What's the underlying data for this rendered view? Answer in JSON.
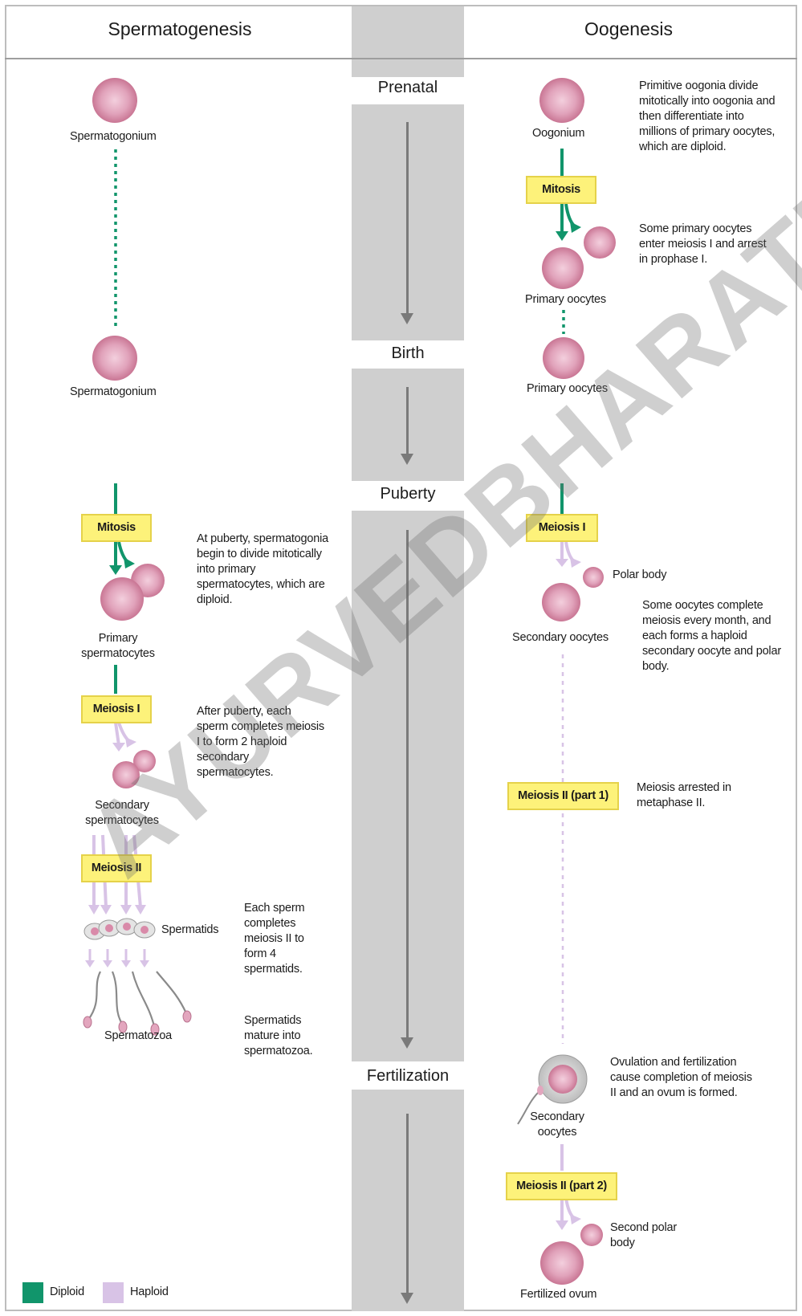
{
  "headers": {
    "left": "Spermatogenesis",
    "right": "Oogenesis"
  },
  "stages": {
    "prenatal": "Prenatal",
    "birth": "Birth",
    "puberty": "Puberty",
    "fertilization": "Fertilization"
  },
  "spermatogenesis": {
    "spermatogonium_1": "Spermatogonium",
    "spermatogonium_2": "Spermatogonium",
    "mitosis_box": "Mitosis",
    "primary_label": "Primary spermatocytes",
    "mitosis_note": "At puberty, spermatogonia begin to divide mitotically into primary spermatocytes, which are diploid.",
    "meiosis1_box": "Meiosis I",
    "meiosis1_note": "After puberty, each sperm completes meiosis I to form 2 haploid secondary spermatocytes.",
    "secondary_label": "Secondary spermatocytes",
    "meiosis2_box": "Meiosis II",
    "spermatids_label": "Spermatids",
    "spermatids_note": "Each sperm completes meiosis II to form 4 spermatids.",
    "spermatozoa_label": "Spermatozoa",
    "spermatozoa_note": "Spermatids mature into spermatozoa."
  },
  "oogenesis": {
    "oogonium_label": "Oogonium",
    "oogonia_note": "Primitive oogonia divide mitotically into oogonia and then differentiate into millions of primary oocytes, which are diploid.",
    "mitosis_box": "Mitosis",
    "prophase_note": "Some primary oocytes enter meiosis I and arrest in prophase I.",
    "primary_label_1": "Primary oocytes",
    "primary_label_2": "Primary oocytes",
    "meiosis1_box": "Meiosis I",
    "polar_body_label": "Polar body",
    "secondary_label": "Secondary oocytes",
    "monthly_note": "Some oocytes complete meiosis every month, and each forms a haploid secondary oocyte and polar body.",
    "meiosis2p1_box": "Meiosis II (part 1)",
    "metaphase_note": "Meiosis arrested in metaphase II.",
    "ovulation_note": "Ovulation and fertilization cause completion of meiosis II and an ovum is formed.",
    "secondary_label_2": "Secondary oocytes",
    "meiosis2p2_box": "Meiosis II (part 2)",
    "second_polar_label": "Second polar body",
    "fertilized_label": "Fertilized ovum"
  },
  "legend": {
    "diploid": "Diploid",
    "haploid": "Haploid"
  },
  "watermark": "AYURVEDBHARATI.ORG",
  "colors": {
    "diploid": "#11956b",
    "haploid": "#d8c3e6",
    "cell": "#d98aa9",
    "box": "#fdf27a",
    "band": "#cfcfcf"
  }
}
